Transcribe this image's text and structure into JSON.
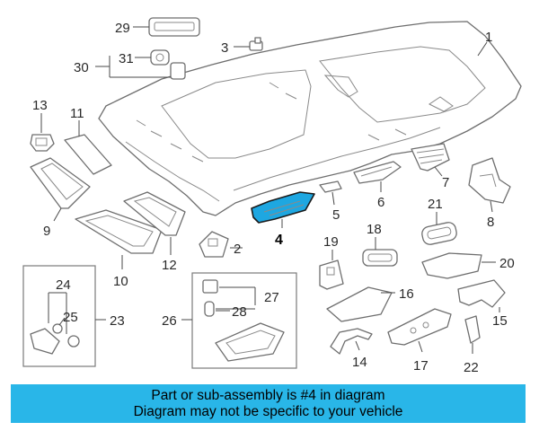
{
  "banner": {
    "line1": "Part or sub-assembly is #4 in diagram",
    "line2": "Diagram may not be specific to your vehicle"
  },
  "highlight_color": "#1ea7e1",
  "banner_color": "#29b6e8",
  "callouts": {
    "c1": "1",
    "c2": "2",
    "c3": "3",
    "c4": "4",
    "c5": "5",
    "c6": "6",
    "c7": "7",
    "c8": "8",
    "c9": "9",
    "c10": "10",
    "c11": "11",
    "c12": "12",
    "c13": "13",
    "c14": "14",
    "c15": "15",
    "c16": "16",
    "c17": "17",
    "c18": "18",
    "c19": "19",
    "c20": "20",
    "c21": "21",
    "c22": "22",
    "c23": "23",
    "c24": "24",
    "c25": "25",
    "c26": "26",
    "c27": "27",
    "c28": "28",
    "c29": "29",
    "c30": "30",
    "c31": "31"
  }
}
